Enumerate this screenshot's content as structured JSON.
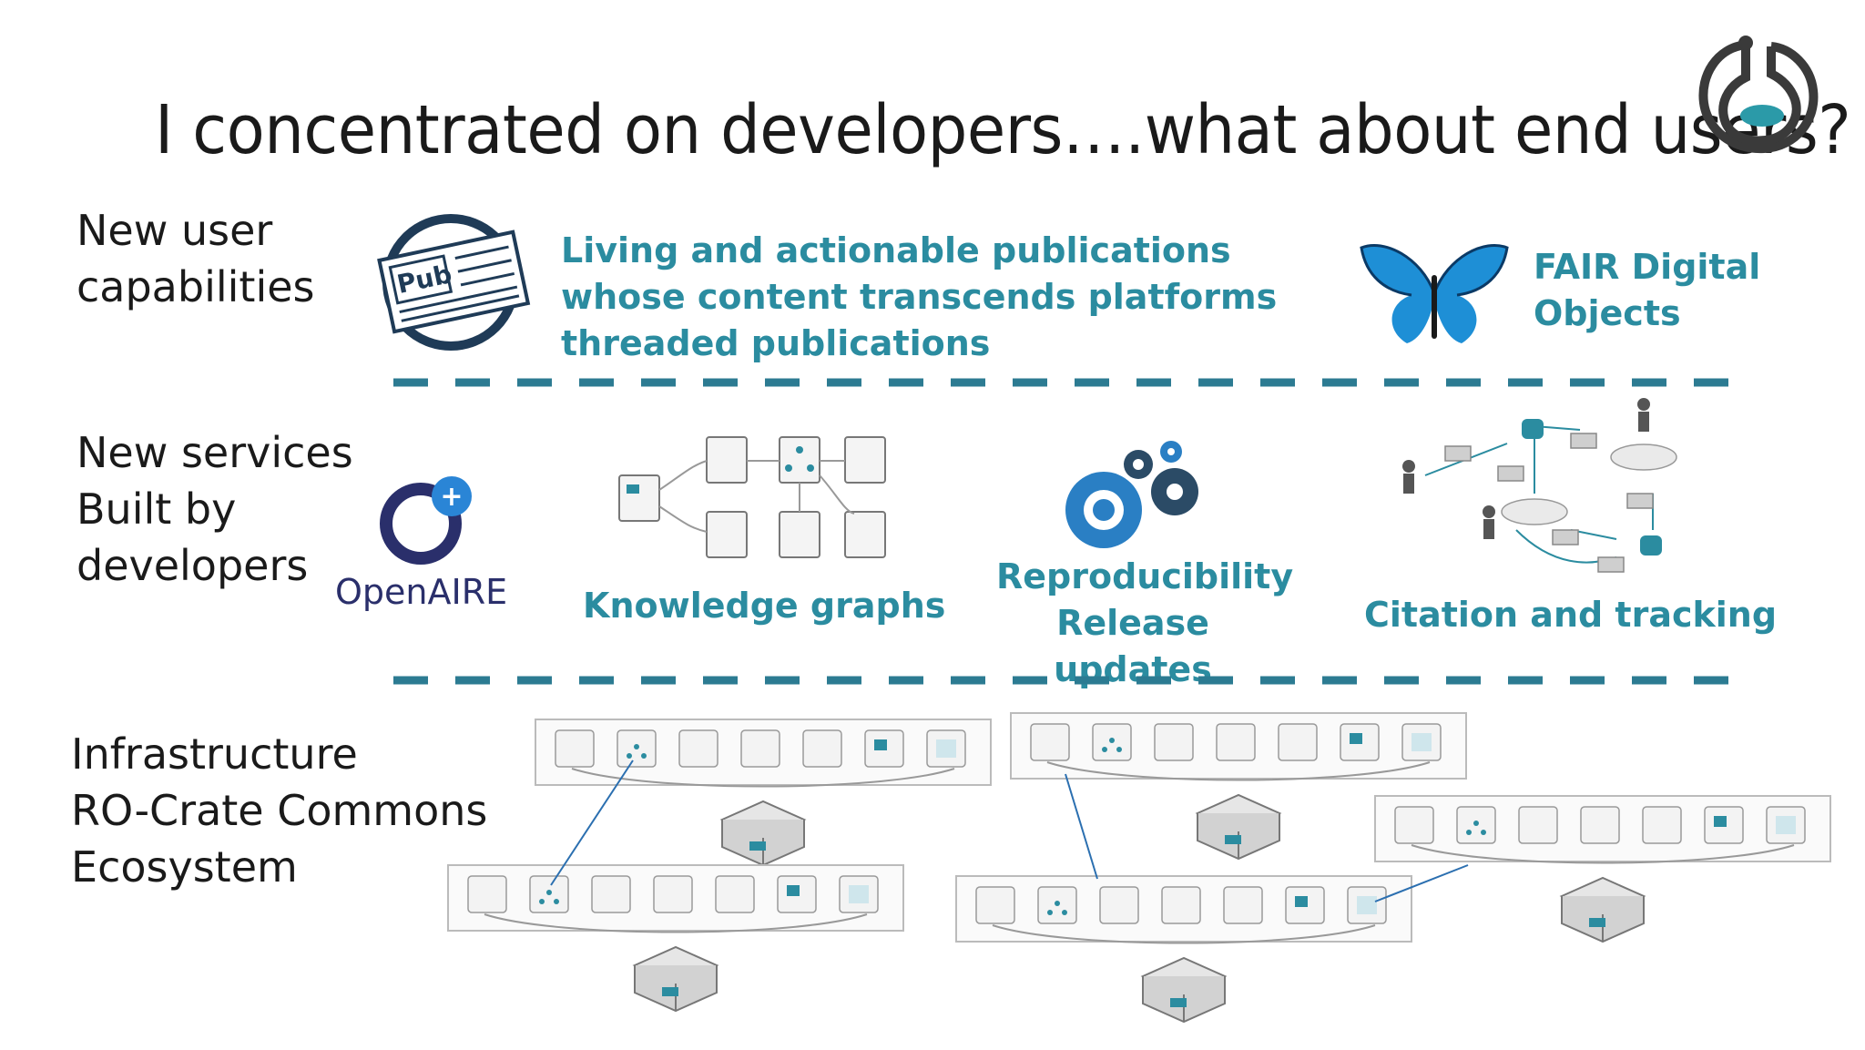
{
  "title": "I concentrated on developers….what about end users?",
  "logo": {
    "icon": "flask-logo-icon",
    "color": "#2b9aa8"
  },
  "rows": {
    "capabilities": {
      "label": [
        "New user",
        "capabilities"
      ],
      "pub_icon": "pub-newspaper-icon",
      "pub_text": [
        "Living and actionable publications",
        "whose content transcends platforms",
        "threaded publications"
      ],
      "fair_icon": "butterfly-icon",
      "fair_text": [
        "FAIR Digital",
        "Objects"
      ]
    },
    "services": {
      "label": [
        "New services",
        "Built by",
        "developers"
      ],
      "openaire_logo": "OpenAIRE",
      "knowledge_graphs": "Knowledge graphs",
      "reproducibility": [
        "Reproducibility",
        "Release updates"
      ],
      "citation": "Citation and tracking"
    },
    "infrastructure": {
      "label": [
        "Infrastructure",
        "RO-Crate Commons",
        "Ecosystem"
      ]
    }
  },
  "colors": {
    "accent": "#2b8ca0",
    "dash": "#2c7b92",
    "text": "#1a1a1a"
  }
}
